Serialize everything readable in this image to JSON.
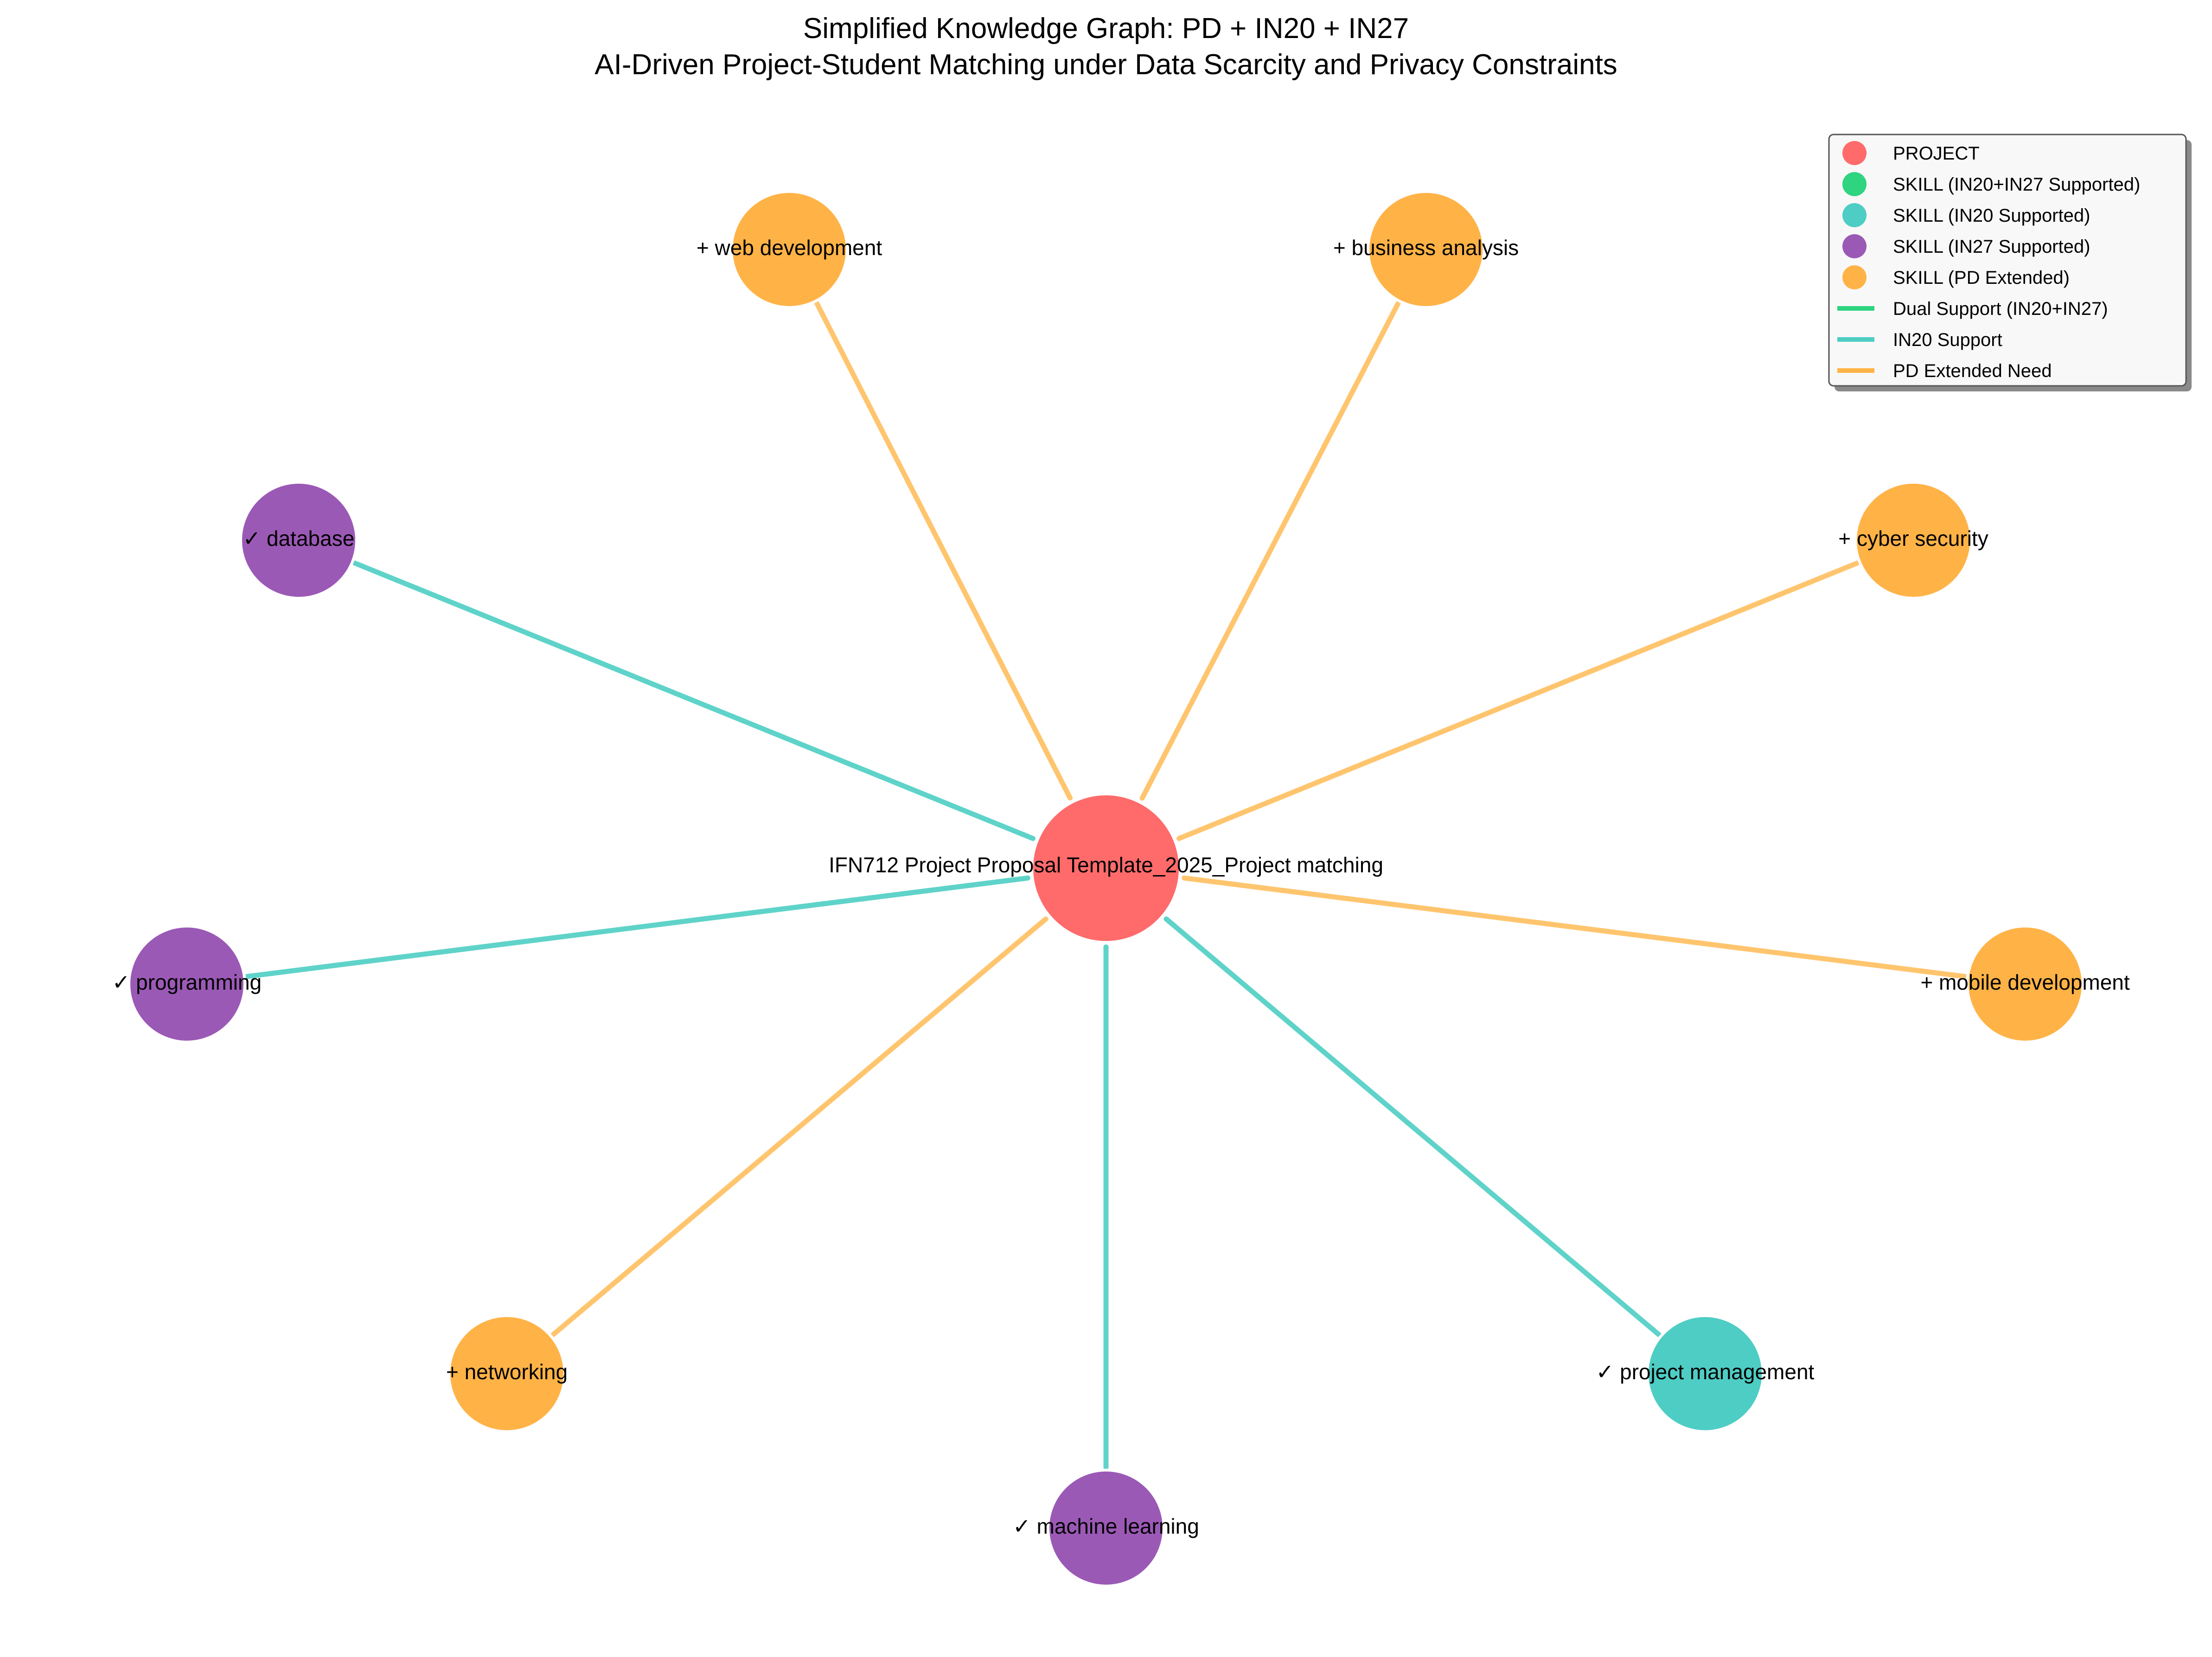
{
  "title": {
    "line1": "Simplified Knowledge Graph: PD + IN20 + IN27",
    "line2": "AI-Driven Project-Student Matching under Data Scarcity and Privacy Constraints"
  },
  "colors": {
    "project": "#ff6b6b",
    "dual": "#2ed47f",
    "in20": "#4ecdc4",
    "in27": "#9b59b6",
    "pd": "#ffb347",
    "edge_dual": "#2ed47f",
    "edge_in20": "#5fd3c9",
    "edge_pd": "#ffc56e"
  },
  "project": {
    "label": "IFN712 Project Proposal Template_2025_Project matching"
  },
  "skills": [
    {
      "id": "web-development",
      "label": "+ web development",
      "category": "pd",
      "edge": "pd"
    },
    {
      "id": "business-analysis",
      "label": "+ business analysis",
      "category": "pd",
      "edge": "pd"
    },
    {
      "id": "cyber-security",
      "label": "+ cyber security",
      "category": "pd",
      "edge": "pd"
    },
    {
      "id": "mobile-development",
      "label": "+ mobile development",
      "category": "pd",
      "edge": "pd"
    },
    {
      "id": "project-management",
      "label": "✓ project management",
      "category": "in20",
      "edge": "in20"
    },
    {
      "id": "machine-learning",
      "label": "✓ machine learning",
      "category": "in27",
      "edge": "in20"
    },
    {
      "id": "networking",
      "label": "+ networking",
      "category": "pd",
      "edge": "pd"
    },
    {
      "id": "programming",
      "label": "✓ programming",
      "category": "in27",
      "edge": "in20"
    },
    {
      "id": "database",
      "label": "✓ database",
      "category": "in27",
      "edge": "in20"
    }
  ],
  "legend": [
    {
      "kind": "marker",
      "color_key": "project",
      "label": "PROJECT"
    },
    {
      "kind": "marker",
      "color_key": "dual",
      "label": "SKILL (IN20+IN27 Supported)"
    },
    {
      "kind": "marker",
      "color_key": "in20",
      "label": "SKILL (IN20 Supported)"
    },
    {
      "kind": "marker",
      "color_key": "in27",
      "label": "SKILL (IN27 Supported)"
    },
    {
      "kind": "marker",
      "color_key": "pd",
      "label": "SKILL (PD Extended)"
    },
    {
      "kind": "line",
      "color_key": "dual",
      "label": "Dual Support (IN20+IN27)"
    },
    {
      "kind": "line",
      "color_key": "in20",
      "label": "IN20 Support"
    },
    {
      "kind": "line",
      "color_key": "pd",
      "label": "PD Extended Need"
    }
  ]
}
